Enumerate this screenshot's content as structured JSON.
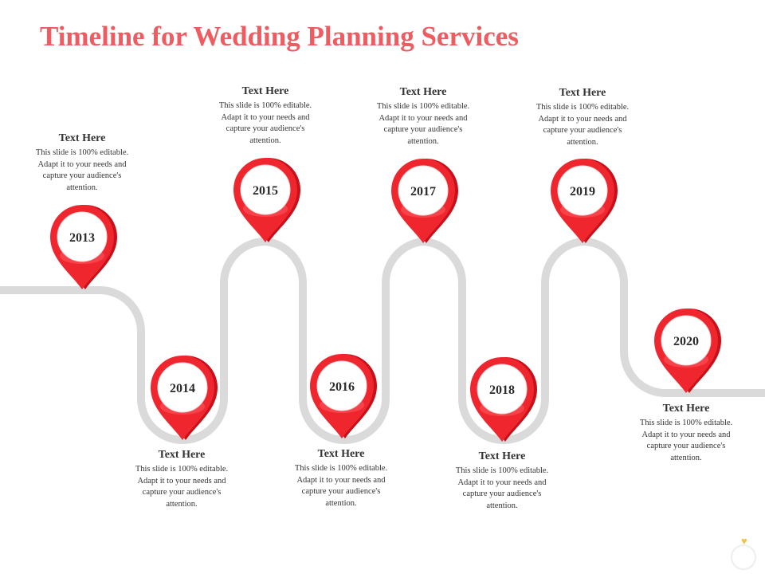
{
  "title": "Timeline for Wedding Planning Services",
  "colors": {
    "title": "#ee5b60",
    "pin_main": "#f0262f",
    "pin_light": "#ff5a60",
    "pin_shadow": "#c8101a",
    "road": "#dadada"
  },
  "milestones": [
    {
      "year": "2013",
      "heading": "Text Here",
      "body": "This slide is 100% editable. Adapt it to your needs and capture your audience's attention."
    },
    {
      "year": "2014",
      "heading": "Text Here",
      "body": "This slide is 100% editable. Adapt it to your needs and capture your audience's attention."
    },
    {
      "year": "2015",
      "heading": "Text Here",
      "body": "This slide is 100% editable. Adapt it to your needs and capture your audience's attention."
    },
    {
      "year": "2016",
      "heading": "Text Here",
      "body": "This slide is 100% editable. Adapt it to your needs and capture your audience's attention."
    },
    {
      "year": "2017",
      "heading": "Text Here",
      "body": "This slide is 100% editable. Adapt it to your needs and capture your audience's attention."
    },
    {
      "year": "2018",
      "heading": "Text Here",
      "body": "This slide is 100% editable. Adapt it to your needs and capture your audience's attention."
    },
    {
      "year": "2019",
      "heading": "Text Here",
      "body": "This slide is 100% editable. Adapt it to your needs and capture your audience's attention."
    },
    {
      "year": "2020",
      "heading": "Text Here",
      "body": "This slide is 100% editable. Adapt it to your needs and capture your audience's attention."
    }
  ]
}
